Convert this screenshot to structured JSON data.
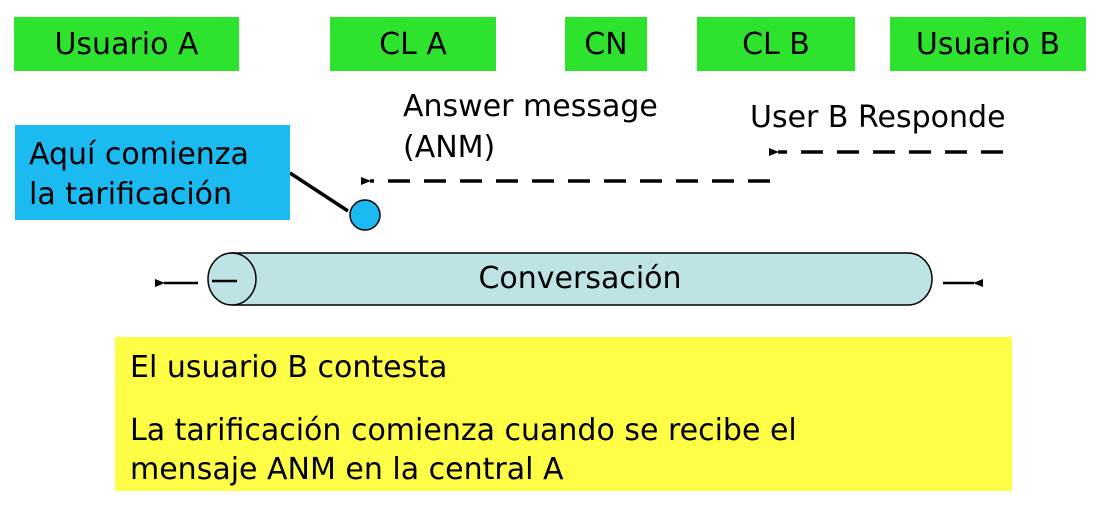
{
  "entities": {
    "usuario_a": "Usuario A",
    "cl_a": "CL A",
    "cn": "CN",
    "cl_b": "CL B",
    "usuario_b": "Usuario B"
  },
  "messages": {
    "answer_message": "Answer message\n(ANM)",
    "user_b_responde": "User B Responde"
  },
  "callout": {
    "text": "Aquí comienza\nla tarificación"
  },
  "conversation": {
    "label": "Conversación"
  },
  "summary": {
    "line1": "El usuario B contesta",
    "line2": "La tarificación comienza cuando se recibe el\nmensaje ANM en la central A"
  },
  "colors": {
    "entity_box": "#2ee32e",
    "callout_box": "#1bbaf0",
    "conversation_pipe": "#bde3e5",
    "summary_box": "#fefe47"
  }
}
